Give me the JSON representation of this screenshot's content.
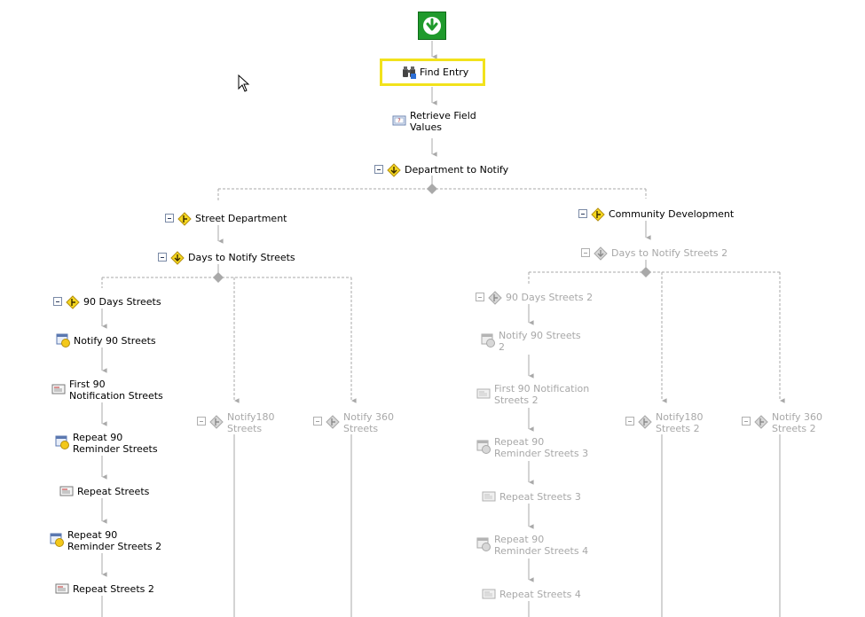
{
  "workflow": {
    "start": {
      "icon": "start-arrow-icon"
    },
    "find_entry": {
      "label": "Find Entry",
      "icon": "binoculars-icon",
      "selected": true
    },
    "retrieve": {
      "line1": "Retrieve Field",
      "line2": "Values",
      "icon": "field-values-icon"
    },
    "dept_notify": {
      "label": "Department to Notify",
      "icon": "decision-icon"
    },
    "street_dept": {
      "label": "Street Department",
      "icon": "decision-icon"
    },
    "days_notify_streets": {
      "label": "Days to Notify Streets",
      "icon": "decision-icon"
    },
    "days90_streets": {
      "label": "90 Days Streets",
      "icon": "decision-icon"
    },
    "notify90_streets": {
      "label": "Notify 90 Streets",
      "icon": "notification-icon"
    },
    "first90": {
      "line1": "First 90",
      "line2": "Notification Streets",
      "icon": "email-icon"
    },
    "repeat90": {
      "line1": "Repeat 90",
      "line2": "Reminder Streets",
      "icon": "notification-icon"
    },
    "repeat_streets": {
      "label": "Repeat Streets",
      "icon": "email-icon"
    },
    "repeat90_2": {
      "line1": "Repeat 90",
      "line2": "Reminder Streets 2",
      "icon": "notification-icon"
    },
    "repeat_streets_2": {
      "label": "Repeat Streets 2",
      "icon": "email-icon"
    },
    "notify180": {
      "line1": "Notify180",
      "line2": "Streets",
      "icon": "decision-icon",
      "disabled": true
    },
    "notify360": {
      "line1": "Notify 360",
      "line2": "Streets",
      "icon": "decision-icon",
      "disabled": true
    },
    "community_dev": {
      "label": "Community Development",
      "icon": "decision-icon"
    },
    "days_notify_streets_2": {
      "label": "Days to Notify Streets 2",
      "icon": "decision-icon",
      "disabled": true
    },
    "days90_streets_2": {
      "label": "90 Days Streets 2",
      "icon": "decision-icon",
      "disabled": true
    },
    "notify90_streets_2": {
      "line1": "Notify 90 Streets",
      "line2": "2",
      "icon": "notification-icon",
      "disabled": true
    },
    "first90_2": {
      "line1": "First 90 Notification",
      "line2": "Streets 2",
      "icon": "email-icon",
      "disabled": true
    },
    "repeat90_3": {
      "line1": "Repeat 90",
      "line2": "Reminder Streets 3",
      "icon": "notification-icon",
      "disabled": true
    },
    "repeat_streets_3": {
      "label": "Repeat Streets 3",
      "icon": "email-icon",
      "disabled": true
    },
    "repeat90_4": {
      "line1": "Repeat 90",
      "line2": "Reminder Streets 4",
      "icon": "notification-icon",
      "disabled": true
    },
    "repeat_streets_4": {
      "label": "Repeat Streets 4",
      "icon": "email-icon",
      "disabled": true
    },
    "notify180_2": {
      "line1": "Notify180",
      "line2": "Streets 2",
      "icon": "decision-icon",
      "disabled": true
    },
    "notify360_2": {
      "line1": "Notify 360",
      "line2": "Streets 2",
      "icon": "decision-icon",
      "disabled": true
    }
  },
  "colors": {
    "connector": "#a9a9a9",
    "selection": "#f2e21c",
    "start_green": "#1f9a2c",
    "disabled_text": "#a8a8a8",
    "decision_yellow": "#f5d71f"
  }
}
